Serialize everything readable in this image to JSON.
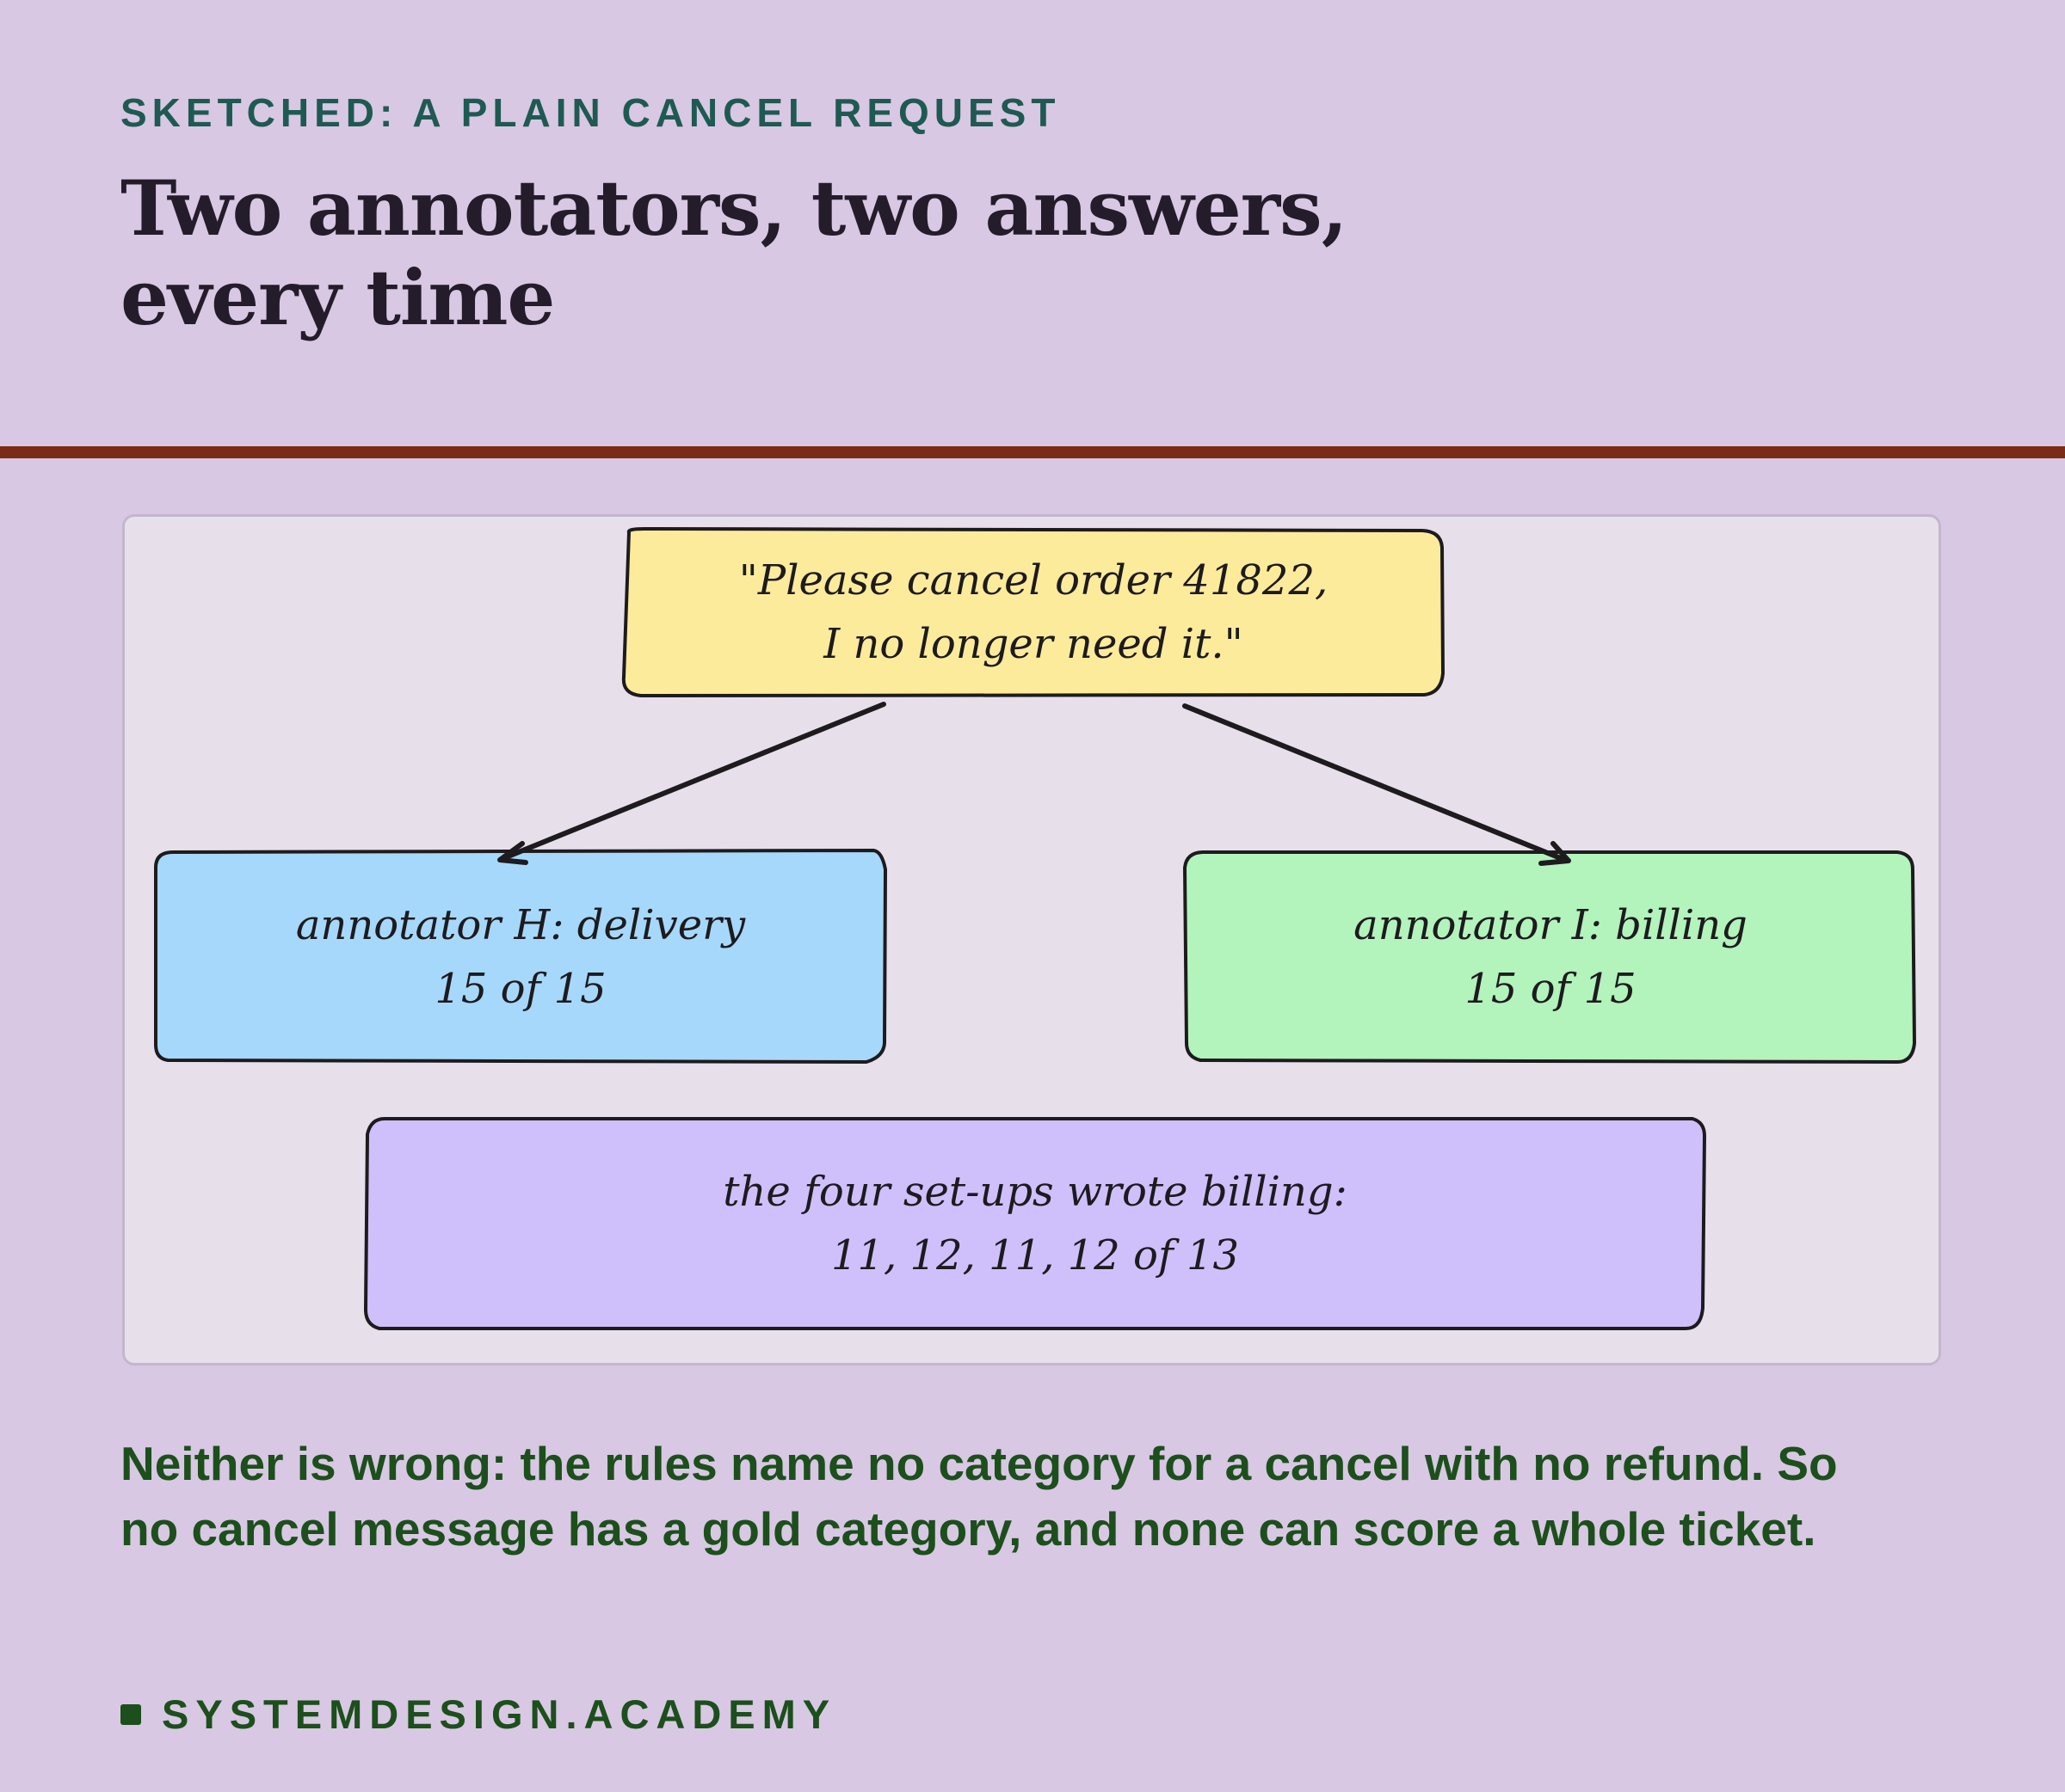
{
  "header": {
    "kicker": "SKETCHED: A PLAIN CANCEL REQUEST",
    "title_line1": "Two annotators, two answers,",
    "title_line2": "every time"
  },
  "diagram": {
    "nodes": {
      "request": {
        "line1": "\"Please cancel order 41822,",
        "line2": "I no longer need it.\"",
        "fill": "#fdeb9c"
      },
      "annotator_h": {
        "line1": "annotator H: delivery",
        "line2": "15 of 15",
        "fill": "#a6d8fb"
      },
      "annotator_i": {
        "line1": "annotator I: billing",
        "line2": "15 of 15",
        "fill": "#b3f3bc"
      },
      "setups": {
        "line1": "the four set-ups wrote billing:",
        "line2": "11, 12, 11, 12 of 13",
        "fill": "#cfc0fb"
      }
    },
    "edges": [
      {
        "from": "request",
        "to": "annotator_h"
      },
      {
        "from": "request",
        "to": "annotator_i"
      }
    ]
  },
  "footnote": {
    "line1": "Neither is wrong: the rules name no category for a cancel with no refund. So",
    "line2": "no cancel message has a gold category, and none can score a whole ticket."
  },
  "brand": {
    "text": "SYSTEMDESIGN.ACADEMY"
  }
}
